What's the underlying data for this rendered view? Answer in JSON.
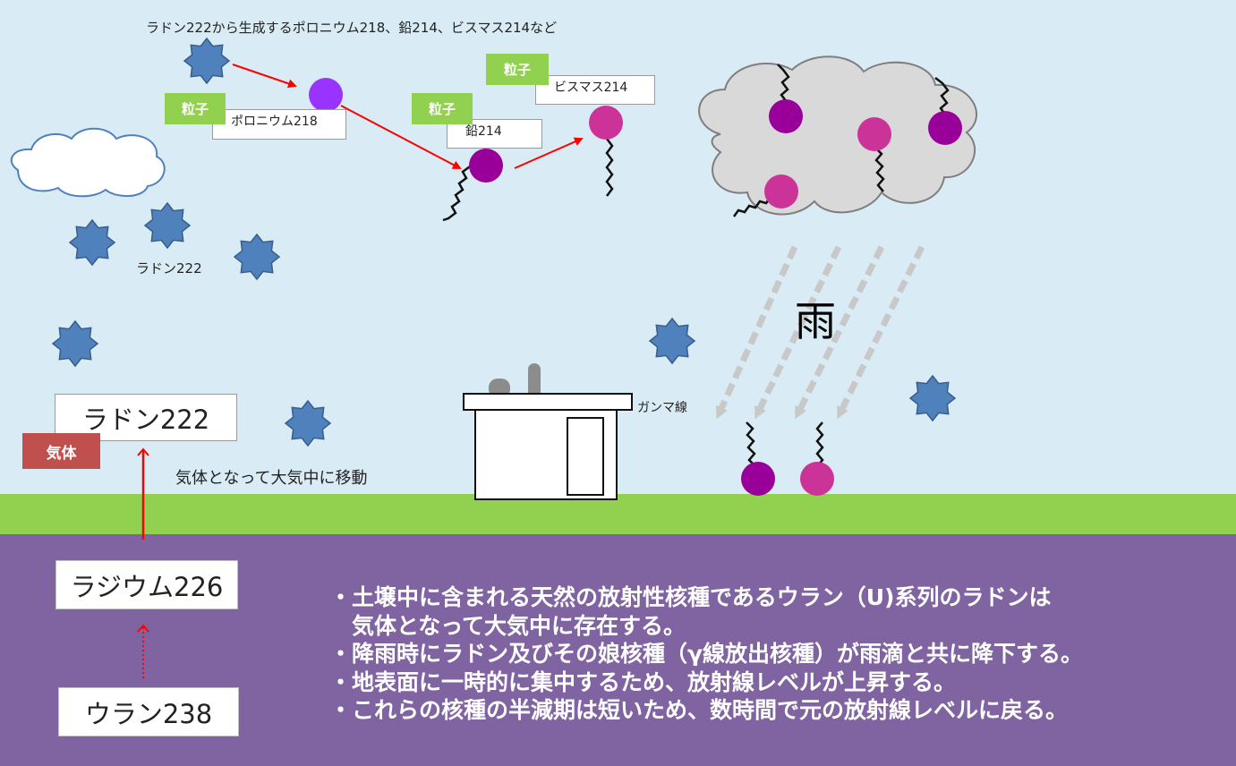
{
  "title": "ラドン222から生成するポロニウム218、鉛214、ビスマス214など",
  "labels": {
    "radon_small": "ラドン222",
    "gamma": "ガンマ線",
    "rain": "雨",
    "move": "気体となって大気中に移動"
  },
  "boxes": {
    "radon": "ラドン222",
    "radium": "ラジウム226",
    "uranium": "ウラン238",
    "polonium": "ポロニウム218",
    "lead": "鉛214",
    "bismuth": "ビスマス214"
  },
  "tags": {
    "particle": "粒子",
    "gas": "気体"
  },
  "description": [
    "・土壌中に含まれる天然の放射性核種であるウラン（U)系列のラドンは",
    "　気体となって大気中に存在する。",
    "・降雨時にラドン及びその娘核種（γ線放出核種）が雨滴と共に降下する。",
    "・地表面に一時的に集中するため、放射線レベルが上昇する。",
    "・これらの核種の半減期は短いため、数時間で元の放射線レベルに戻る。"
  ],
  "colors": {
    "sky": "#d9ebf4",
    "grass": "#92d050",
    "soil": "#8064a2",
    "radon_star": "#4f81bd",
    "polonium": "#9933ff",
    "lead": "#990099",
    "bismuth": "#cc3399",
    "arrow": "#ff0000",
    "tag_particle": "#92d050",
    "tag_gas": "#c0504d",
    "cloud_gray": "#d9d9d9",
    "rain_arrow": "#c8c8c8"
  },
  "icons": [
    "radon-star-icon",
    "particle-circle-icon",
    "gamma-wave-icon",
    "cloud-icon",
    "house-icon",
    "rain-arrow-icon"
  ]
}
